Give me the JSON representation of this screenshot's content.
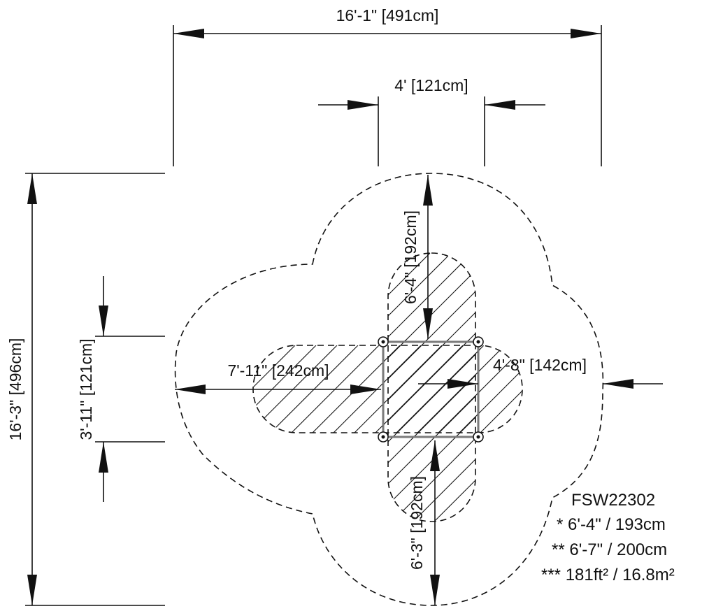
{
  "diagram": {
    "model": "FSW22302",
    "notes": [
      "* 6'-4\" / 193cm",
      "** 6'-7\" / 200cm",
      "*** 181ft² / 16.8m²"
    ],
    "dimensions": {
      "overall_width": "16'-1\" [491cm]",
      "overall_depth": "16'-3\" [496cm]",
      "frame_width": "4' [121cm]",
      "frame_depth": "3'-11\" [121cm]",
      "left_zone": "7'-11\" [242cm]",
      "right_zone": "4'-8\" [142cm]",
      "top_zone": "6'-4\" [192cm]",
      "bottom_zone": "6'-3\" [192cm]"
    }
  }
}
